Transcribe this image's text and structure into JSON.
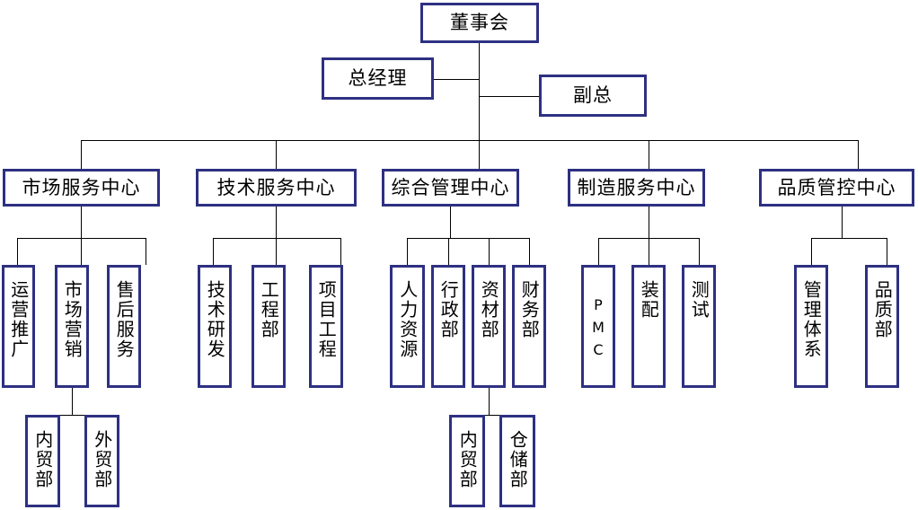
{
  "diagram": {
    "title_text": "",
    "border_color": "#2e3082",
    "line_color": "#000000",
    "background": "#ffffff"
  },
  "nodes": {
    "board": "董事会",
    "general_manager": "总经理",
    "vice_president": "副总",
    "centers": [
      "市场服务中心",
      "技术服务中心",
      "综合管理中心",
      "制造服务中心",
      "品质管控中心"
    ],
    "market_dept": [
      "运营推广",
      "市场营销",
      "售后服务"
    ],
    "tech_dept": [
      "技术研发",
      "工程部",
      "项目工程"
    ],
    "admin_dept": [
      "人力资源",
      "行政部",
      "资材部",
      "财务部"
    ],
    "manufacturing_dept": [
      "PMC",
      "装配",
      "测试"
    ],
    "quality_dept": [
      "管理体系",
      "品质部"
    ],
    "marketing_sub": [
      "内贸部",
      "外贸部"
    ],
    "material_sub": [
      "内贸部",
      "仓储部"
    ]
  }
}
